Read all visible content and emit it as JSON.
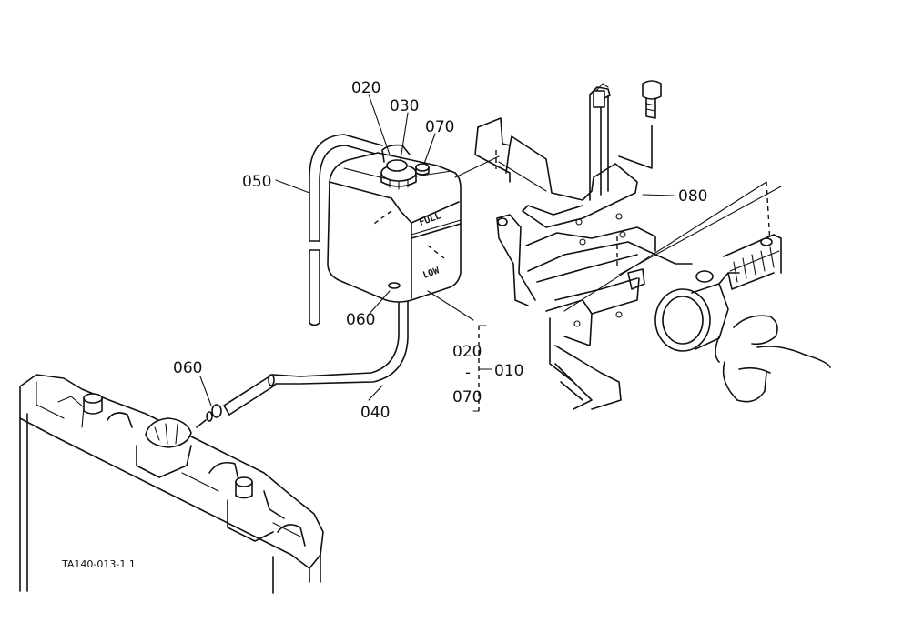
{
  "diagram": {
    "part_labels": {
      "p020_top": "020",
      "p030": "030",
      "p070_top": "070",
      "p050": "050",
      "p080": "080",
      "p060_tank": "060",
      "p060_hose": "060",
      "p040": "040",
      "p020_group": "020",
      "p070_group": "070",
      "p010": "010",
      "group_dash": "-"
    },
    "tank_markings": {
      "full": "FULL",
      "low": "LOW"
    },
    "reference_code": "TA140-013-1 1"
  }
}
